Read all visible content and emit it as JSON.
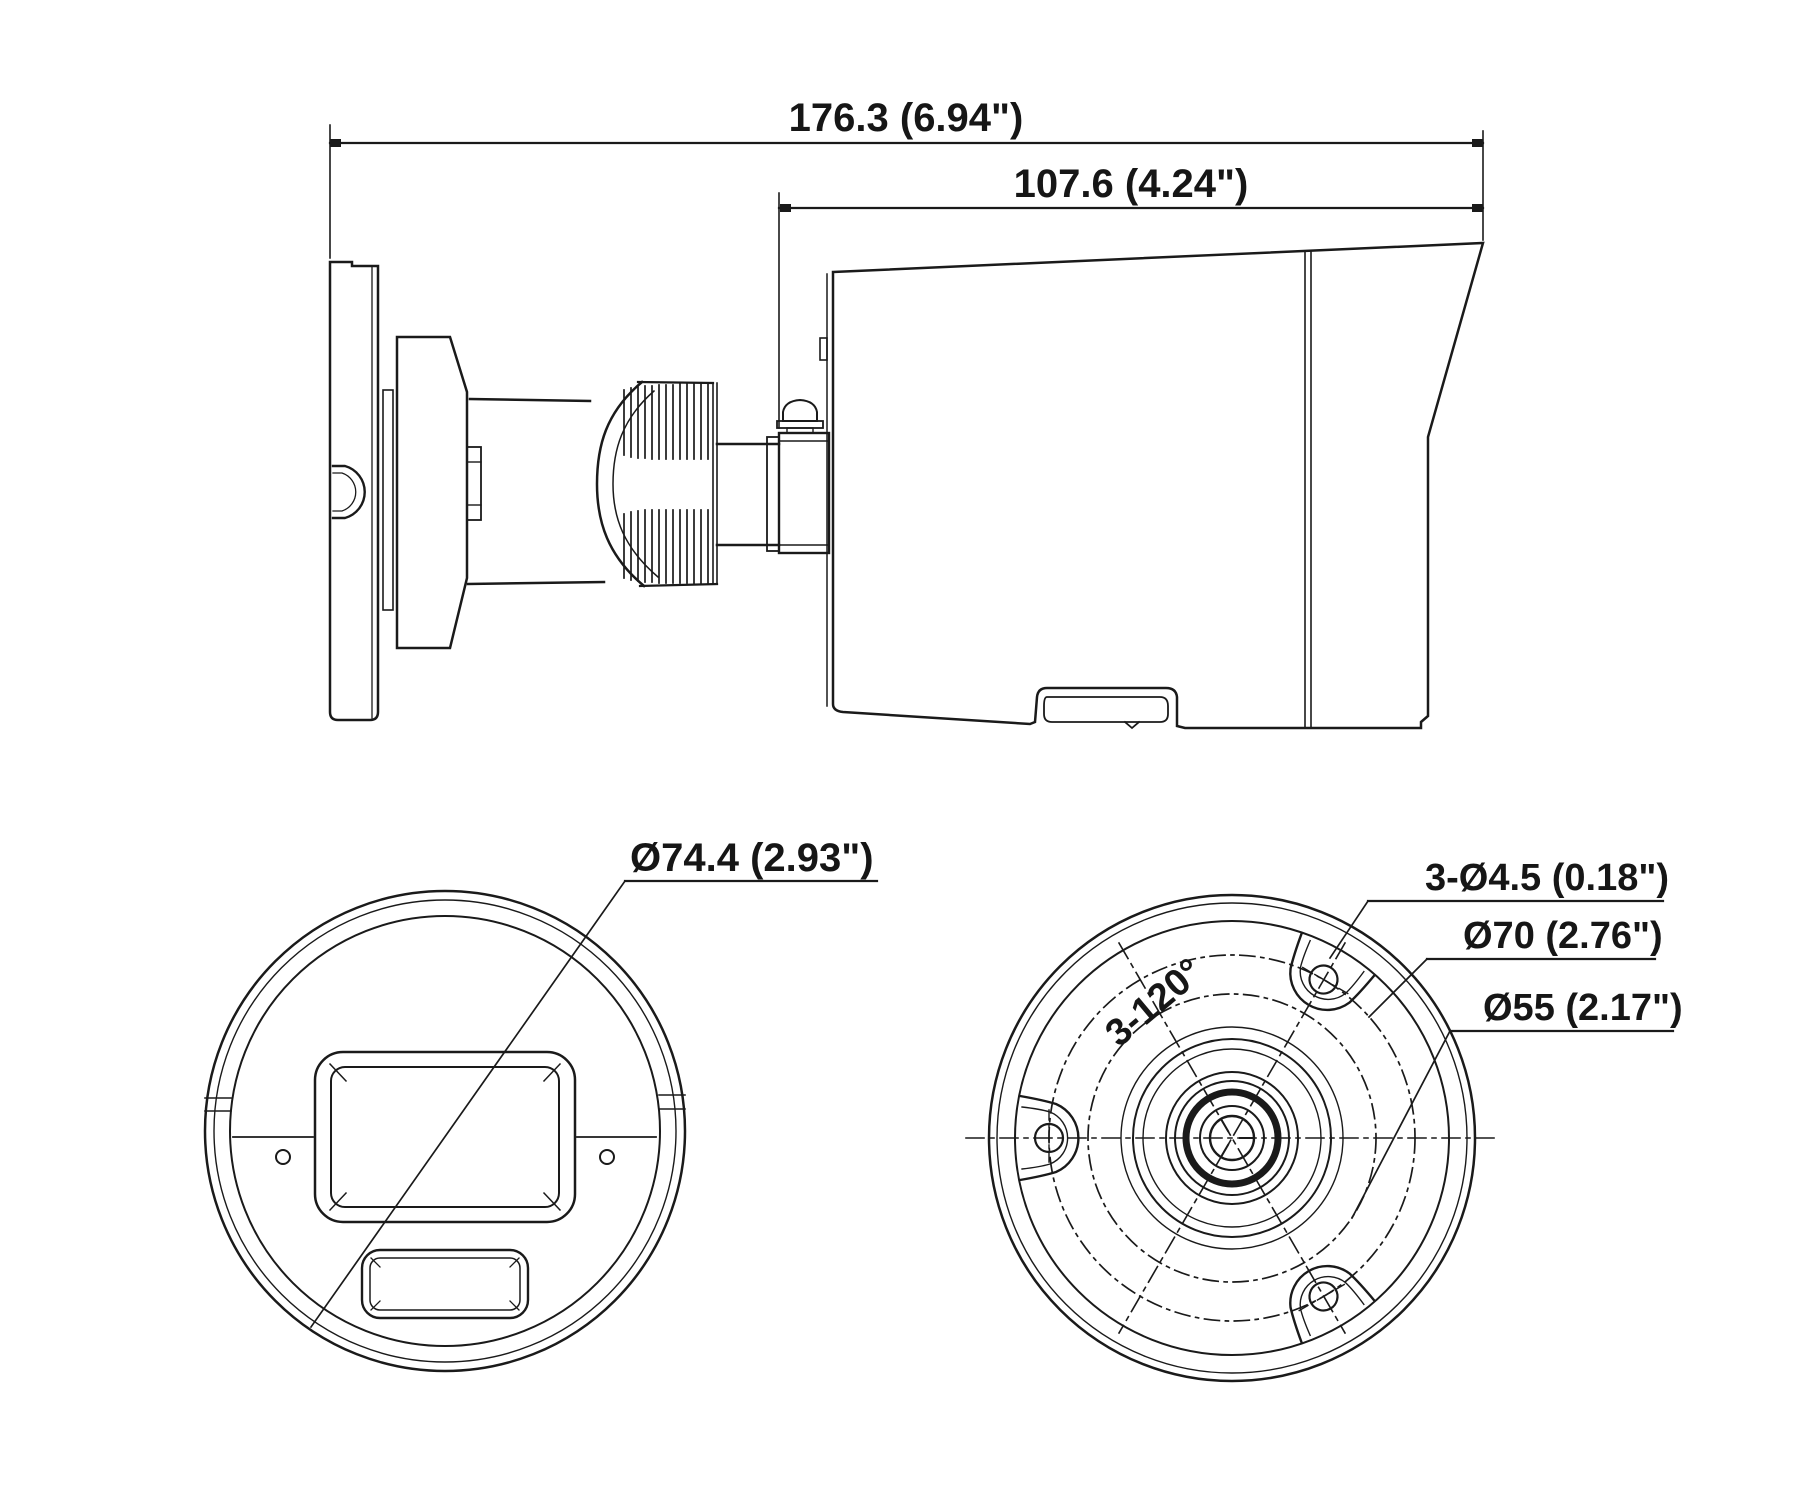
{
  "drawing": {
    "type": "technical-dimension-drawing",
    "subject": "bullet-camera",
    "colors": {
      "line": "#1a1a1a",
      "text": "#161616",
      "background": "#ffffff"
    },
    "dimensions": {
      "overall_length": "176.3 (6.94\")",
      "body_length": "107.6 (4.24\")",
      "front_diameter": "Ø74.4 (2.93\")",
      "mount_holes": "3-Ø4.5 (0.18\")",
      "bolt_circle": "Ø70 (2.76\")",
      "inner_circle": "Ø55 (2.17\")",
      "hole_spacing": "3-120°"
    }
  }
}
